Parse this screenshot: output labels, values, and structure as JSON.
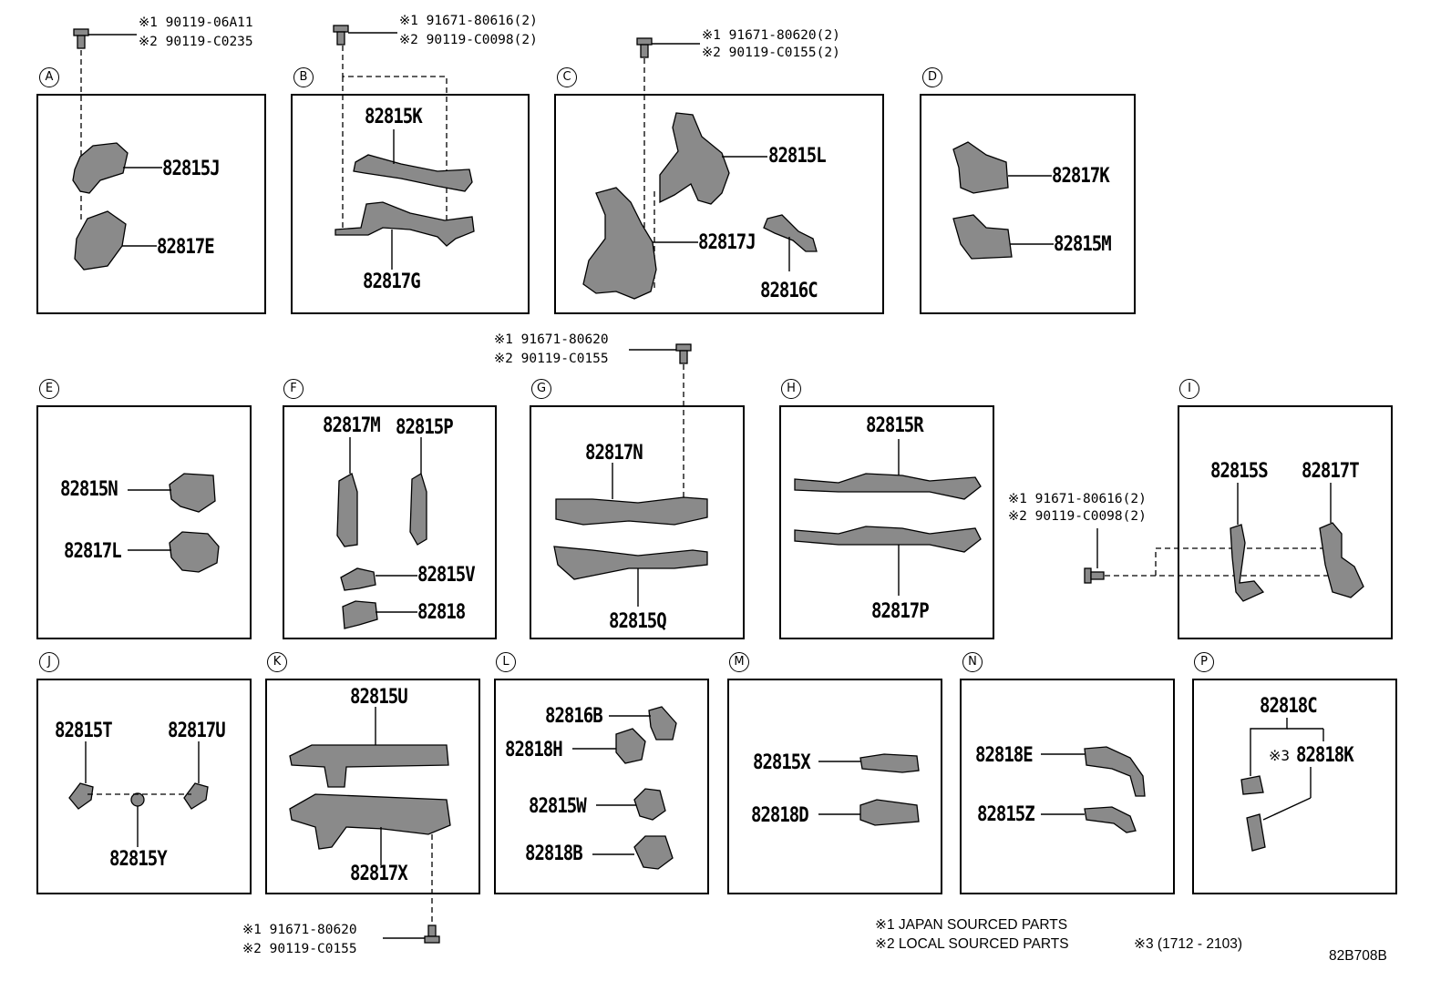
{
  "sections": [
    {
      "letter": "A",
      "parts": [
        "82815J",
        "82817E"
      ]
    },
    {
      "letter": "B",
      "parts": [
        "82815K",
        "82817G"
      ]
    },
    {
      "letter": "C",
      "parts": [
        "82815L",
        "82817J",
        "82816C"
      ]
    },
    {
      "letter": "D",
      "parts": [
        "82817K",
        "82815M"
      ]
    },
    {
      "letter": "E",
      "parts": [
        "82815N",
        "82817L"
      ]
    },
    {
      "letter": "F",
      "parts": [
        "82817M",
        "82815P",
        "82815V",
        "82818"
      ]
    },
    {
      "letter": "G",
      "parts": [
        "82817N",
        "82815Q"
      ]
    },
    {
      "letter": "H",
      "parts": [
        "82815R",
        "82817P"
      ]
    },
    {
      "letter": "I",
      "parts": [
        "82815S",
        "82817T"
      ]
    },
    {
      "letter": "J",
      "parts": [
        "82815T",
        "82817U",
        "82815Y"
      ]
    },
    {
      "letter": "K",
      "parts": [
        "82815U",
        "82817X"
      ]
    },
    {
      "letter": "L",
      "parts": [
        "82816B",
        "82818H",
        "82815W",
        "82818B"
      ]
    },
    {
      "letter": "M",
      "parts": [
        "82815X",
        "82818D"
      ]
    },
    {
      "letter": "N",
      "parts": [
        "82818E",
        "82815Z"
      ]
    },
    {
      "letter": "P",
      "parts": [
        "82818C",
        "82818K"
      ]
    }
  ],
  "part_3_marker": "※3",
  "screws": [
    {
      "line1": "※1  90119-06A11",
      "line2": "※2  90119-C0235"
    },
    {
      "line1": "※1  91671-80616(2)",
      "line2": "※2  90119-C0098(2)"
    },
    {
      "line1": "※1  91671-80620(2)",
      "line2": "※2  90119-C0155(2)"
    },
    {
      "line1": "※1  91671-80620",
      "line2": "※2  90119-C0155"
    },
    {
      "line1": "※1  91671-80616(2)",
      "line2": "※2  90119-C0098(2)"
    },
    {
      "line1": "※1  91671-80620",
      "line2": "※2  90119-C0155"
    }
  ],
  "notes": {
    "note1": "※1 JAPAN SOURCED PARTS",
    "note2": "※2 LOCAL SOURCED PARTS",
    "note3": "※3 (1712 - 2103)"
  },
  "diagram_id": "82B708B"
}
